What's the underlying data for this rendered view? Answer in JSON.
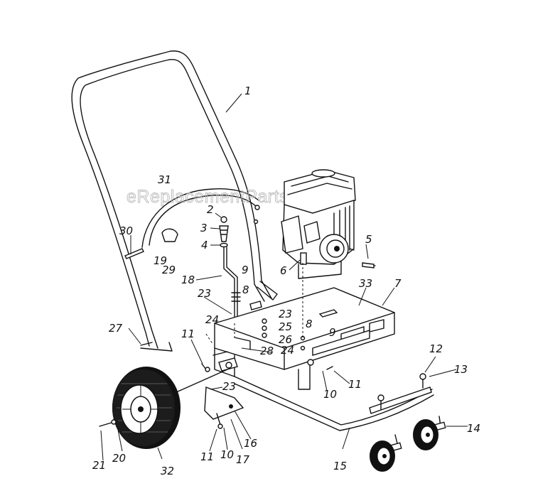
{
  "watermark": "eReplacementParts.com",
  "callouts": [
    {
      "id": "1",
      "text": "1"
    },
    {
      "id": "2",
      "text": "2"
    },
    {
      "id": "3",
      "text": "3"
    },
    {
      "id": "4",
      "text": "4"
    },
    {
      "id": "5",
      "text": "5"
    },
    {
      "id": "6",
      "text": "6"
    },
    {
      "id": "7",
      "text": "7"
    },
    {
      "id": "8a",
      "text": "8"
    },
    {
      "id": "8b",
      "text": "8"
    },
    {
      "id": "9a",
      "text": "9"
    },
    {
      "id": "9b",
      "text": "9"
    },
    {
      "id": "10a",
      "text": "10"
    },
    {
      "id": "10b",
      "text": "10"
    },
    {
      "id": "11a",
      "text": "11"
    },
    {
      "id": "11b",
      "text": "11"
    },
    {
      "id": "11c",
      "text": "11"
    },
    {
      "id": "12",
      "text": "12"
    },
    {
      "id": "13",
      "text": "13"
    },
    {
      "id": "14",
      "text": "14"
    },
    {
      "id": "15",
      "text": "15"
    },
    {
      "id": "16",
      "text": "16"
    },
    {
      "id": "17",
      "text": "17"
    },
    {
      "id": "18",
      "text": "18"
    },
    {
      "id": "19",
      "text": "19"
    },
    {
      "id": "20",
      "text": "20"
    },
    {
      "id": "21",
      "text": "21"
    },
    {
      "id": "23a",
      "text": "23"
    },
    {
      "id": "23b",
      "text": "23"
    },
    {
      "id": "23c",
      "text": "23"
    },
    {
      "id": "24a",
      "text": "24"
    },
    {
      "id": "24b",
      "text": "24"
    },
    {
      "id": "25",
      "text": "25"
    },
    {
      "id": "26",
      "text": "26"
    },
    {
      "id": "27",
      "text": "27"
    },
    {
      "id": "28",
      "text": "28"
    },
    {
      "id": "29",
      "text": "29"
    },
    {
      "id": "30",
      "text": "30"
    },
    {
      "id": "31",
      "text": "31"
    },
    {
      "id": "32",
      "text": "32"
    },
    {
      "id": "33",
      "text": "33"
    }
  ]
}
